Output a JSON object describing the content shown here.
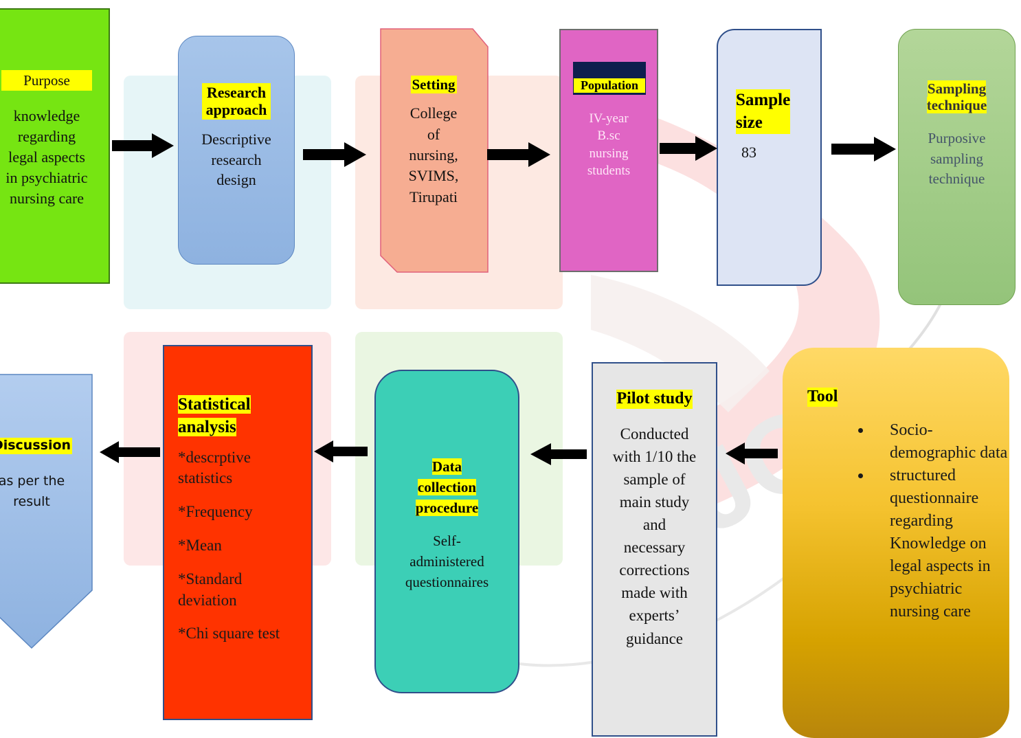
{
  "colors": {
    "purpose": "#76e512",
    "research": "#9dbde6",
    "setting": "#f7b195",
    "population": "#e065c4",
    "sample": "#dde4f4",
    "sampling": "#a9d18e",
    "tool": "#e0a800",
    "pilot": "#e6e6e6",
    "data": "#3ccfb6",
    "stat": "#ff3300",
    "discussion": "#9dbde6",
    "highlight": "#ffff00"
  },
  "top_row": {
    "purpose": {
      "title": "Purpose",
      "body": [
        "knowledge",
        "regarding",
        "legal aspects",
        "in psychiatric",
        "nursing care"
      ]
    },
    "research": {
      "title": [
        "Research",
        "approach"
      ],
      "body": [
        "Descriptive",
        "research",
        "design"
      ]
    },
    "setting": {
      "title": "Setting",
      "body": [
        "College",
        "of",
        "nursing,",
        "SVIMS,",
        "Tirupati"
      ]
    },
    "population": {
      "title": "Population",
      "body": [
        "IV-year",
        "B.sc",
        "nursing",
        "students"
      ]
    },
    "sample": {
      "title": [
        "Sample",
        "size"
      ],
      "body": "83"
    },
    "sampling": {
      "title": [
        "Sampling",
        "technique"
      ],
      "body": [
        "Purposive",
        "sampling",
        "technique"
      ]
    }
  },
  "bottom_row": {
    "tool": {
      "title": "Tool",
      "items": [
        "Socio-demographic data",
        "structured questionnaire regarding Knowledge  on legal aspects in psychiatric nursing care"
      ]
    },
    "pilot": {
      "title": "Pilot study",
      "body": [
        "Conducted",
        "with 1/10 the",
        "sample of",
        "main study",
        "and",
        "necessary",
        "corrections",
        "made with",
        "experts’",
        "guidance"
      ]
    },
    "data": {
      "title": [
        "Data",
        "collection",
        "procedure"
      ],
      "body": [
        "Self-",
        "administered",
        "questionnaires"
      ]
    },
    "stat": {
      "title": [
        "Statistical",
        "analysis"
      ],
      "items": [
        "*descrptive statistics",
        "*Frequency",
        "*Mean",
        "*Standard deviation",
        "*Chi square test"
      ]
    },
    "discussion": {
      "title": "Discussion",
      "body": [
        "as per the",
        "result"
      ]
    }
  }
}
